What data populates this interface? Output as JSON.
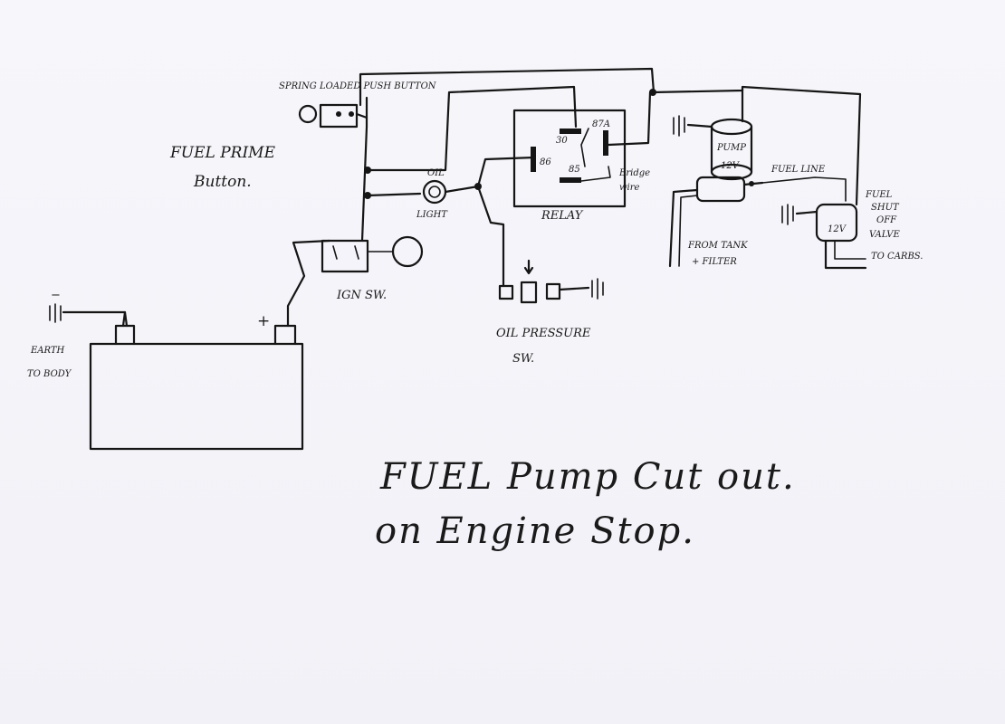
{
  "labels": {
    "spring_loaded_push_button": "SPRING LOADED PUSH BUTTON",
    "fuel_prime_button_line1": "FUEL PRIME",
    "fuel_prime_button_line2": "Button.",
    "oil_light_line1": "OIL",
    "oil_light_line2": "LIGHT",
    "relay": "RELAY",
    "relay_pin_30": "30",
    "relay_pin_87a": "87A",
    "relay_pin_86": "86",
    "relay_pin_85": "85",
    "bridge_wire_line1": "Bridge",
    "bridge_wire_line2": "wire",
    "pump_label": "PUMP",
    "pump_voltage": "12V",
    "fuel_line": "FUEL LINE",
    "from_tank_line1": "FROM TANK",
    "from_tank_line2": "+ FILTER",
    "fuel_shut_off_valve_line1": "FUEL",
    "fuel_shut_off_valve_line2": "SHUT",
    "fuel_shut_off_valve_line3": "OFF",
    "fuel_shut_off_valve_line4": "VALVE",
    "to_carbs": "TO CARBS.",
    "valve_voltage": "12V",
    "ign_sw": "IGN SW.",
    "oil_pressure_sw_line1": "OIL PRESSURE",
    "oil_pressure_sw_line2": "SW.",
    "earth_to_body_line1": "EARTH",
    "earth_to_body_line2": "TO BODY",
    "battery_negative": "−",
    "battery_positive": "+",
    "title_line1": "FUEL Pump Cut out.",
    "title_line2": "on Engine Stop."
  },
  "colors": {
    "ink": "#151515",
    "paper": "#f3f3f8"
  }
}
